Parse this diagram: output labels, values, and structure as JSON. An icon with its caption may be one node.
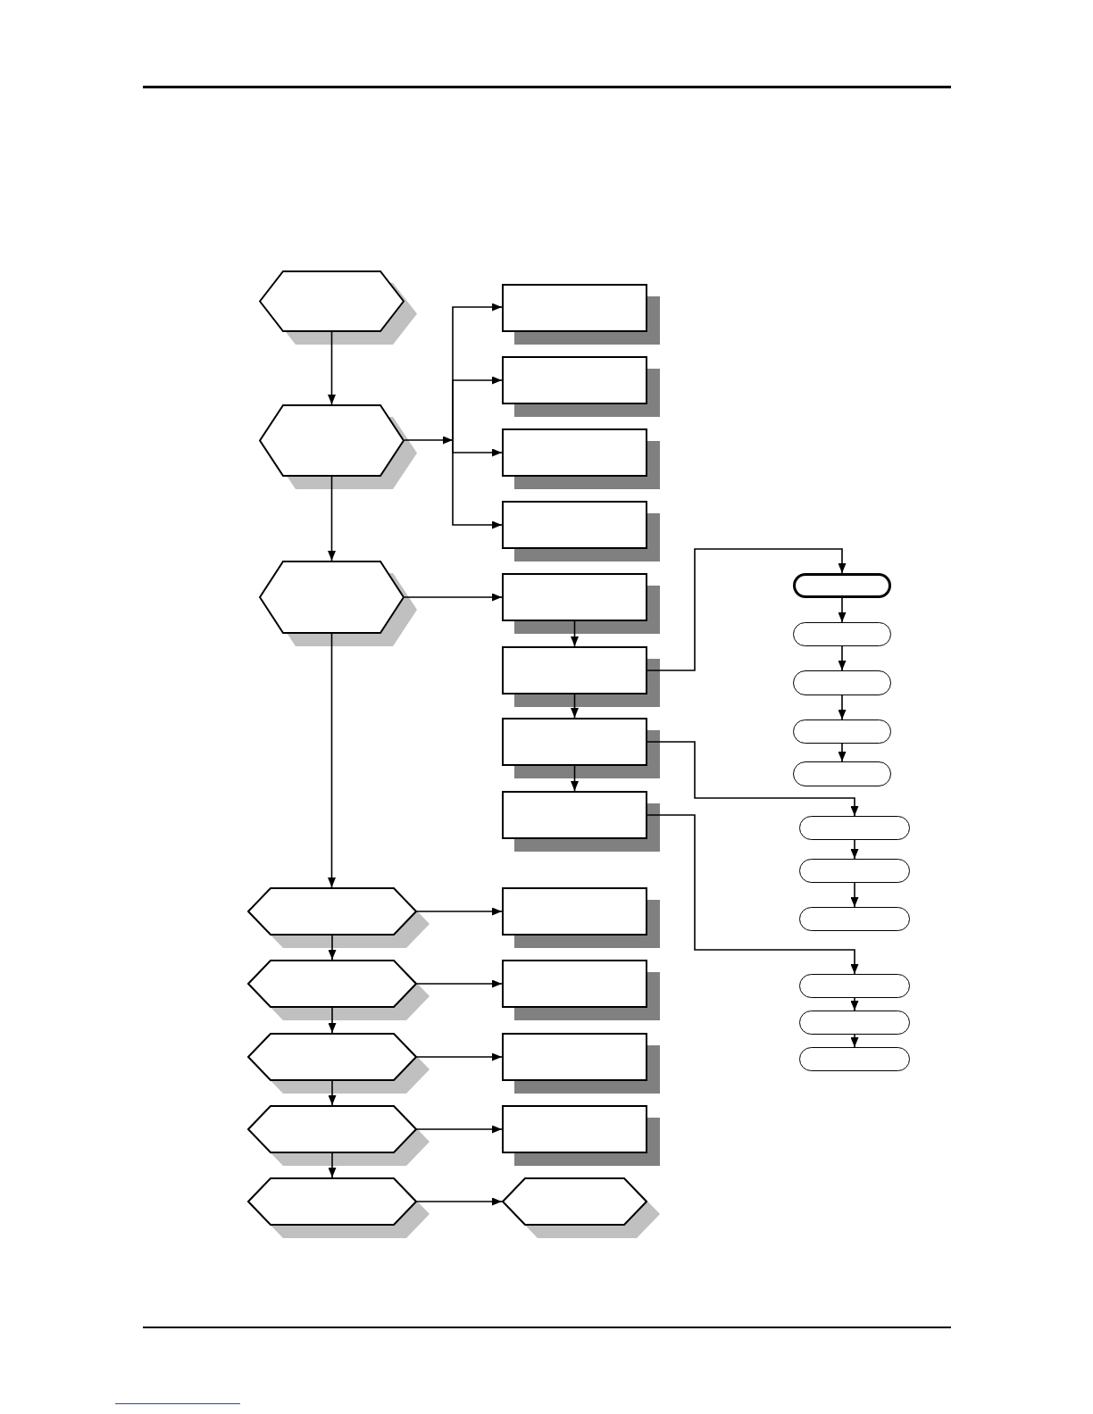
{
  "diagram": {
    "nodes": [
      {
        "text": [],
        "shape": "hexagon"
      },
      {
        "text": [],
        "shape": "hexagon"
      },
      {
        "text": [],
        "shape": "hexagon"
      },
      {
        "text": [],
        "shape": "hexagon"
      },
      {
        "text": [],
        "shape": "hexagon"
      },
      {
        "text": [],
        "shape": "hexagon"
      },
      {
        "text": [],
        "shape": "hexagon"
      },
      {
        "text": [],
        "shape": "hexagon"
      },
      {
        "text": [],
        "shape": "box"
      },
      {
        "text": [],
        "shape": "box"
      },
      {
        "text": [],
        "shape": "box"
      },
      {
        "text": [],
        "shape": "box"
      },
      {
        "text": [],
        "shape": "box"
      },
      {
        "text": [],
        "shape": "box"
      },
      {
        "text": [],
        "shape": "box"
      },
      {
        "text": [],
        "shape": "box"
      },
      {
        "text": [],
        "shape": "box"
      },
      {
        "text": [],
        "shape": "box"
      },
      {
        "text": [],
        "shape": "box"
      },
      {
        "text": [],
        "shape": "box"
      },
      {
        "text": [],
        "shape": "hexagon"
      },
      {
        "text": [],
        "shape": "pill"
      },
      {
        "text": [],
        "shape": "pill"
      },
      {
        "text": [],
        "shape": "pill"
      },
      {
        "text": [],
        "shape": "pill"
      },
      {
        "text": [],
        "shape": "pill"
      },
      {
        "text": [],
        "shape": "pill"
      },
      {
        "text": [],
        "shape": "pill"
      },
      {
        "text": [],
        "shape": "pill"
      },
      {
        "text": [],
        "shape": "pill"
      },
      {
        "text": [],
        "shape": "pill"
      },
      {
        "text": [],
        "shape": "pill"
      }
    ],
    "edges": [
      {
        "from": 0,
        "to": 1,
        "arrow": "to"
      },
      {
        "from": 1,
        "to": 2,
        "arrow": "to"
      },
      {
        "from": 2,
        "to": 3,
        "arrow": "to"
      },
      {
        "from": 3,
        "to": 4,
        "arrow": "to"
      },
      {
        "from": 4,
        "to": 5,
        "arrow": "to"
      },
      {
        "from": 5,
        "to": 6,
        "arrow": "to"
      },
      {
        "from": 6,
        "to": 7,
        "arrow": "to"
      },
      {
        "from": 1,
        "to": 8,
        "arrow": "to"
      },
      {
        "from": 1,
        "to": 9,
        "arrow": "to"
      },
      {
        "from": 1,
        "to": 10,
        "arrow": "to"
      },
      {
        "from": 1,
        "to": 11,
        "arrow": "to"
      },
      {
        "from": 2,
        "to": 12,
        "arrow": "to"
      },
      {
        "from": 12,
        "to": 13,
        "arrow": "to"
      },
      {
        "from": 13,
        "to": 14,
        "arrow": "to"
      },
      {
        "from": 14,
        "to": 15,
        "arrow": "to"
      },
      {
        "from": 13,
        "to": 21,
        "arrow": "to"
      },
      {
        "from": 14,
        "to": 26,
        "arrow": "to"
      },
      {
        "from": 15,
        "to": 29,
        "arrow": "to"
      },
      {
        "from": 3,
        "to": 16,
        "arrow": "to"
      },
      {
        "from": 4,
        "to": 17,
        "arrow": "to"
      },
      {
        "from": 5,
        "to": 18,
        "arrow": "to"
      },
      {
        "from": 6,
        "to": 19,
        "arrow": "to"
      },
      {
        "from": 7,
        "to": 20,
        "arrow": "to"
      },
      {
        "from": 21,
        "to": 22,
        "arrow": "to"
      },
      {
        "from": 22,
        "to": 23,
        "arrow": "to"
      },
      {
        "from": 23,
        "to": 24,
        "arrow": "to"
      },
      {
        "from": 24,
        "to": 25,
        "arrow": "to"
      },
      {
        "from": 26,
        "to": 27,
        "arrow": "to"
      },
      {
        "from": 27,
        "to": 28,
        "arrow": "to"
      },
      {
        "from": 29,
        "to": 30,
        "arrow": "to"
      },
      {
        "from": 30,
        "to": 31,
        "arrow": "to"
      }
    ]
  }
}
